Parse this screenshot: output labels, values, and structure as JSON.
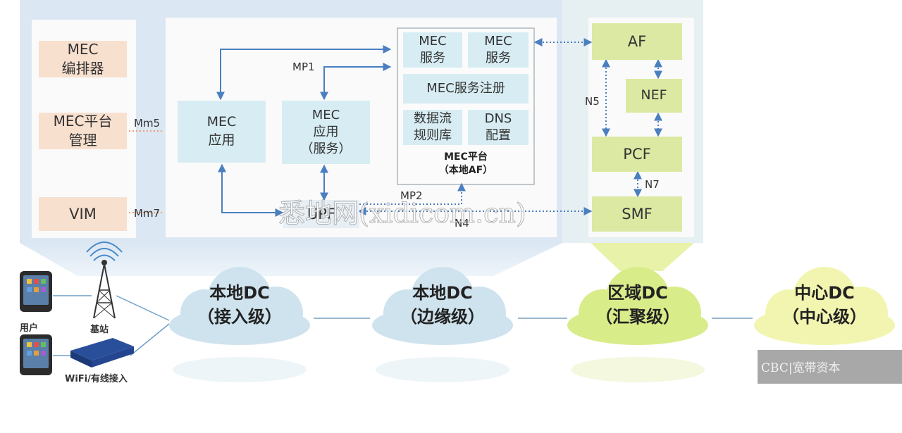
{
  "left_panel": {
    "orchestrator": "MEC\n编排器",
    "platform_mgmt": "MEC平台\n管理",
    "vim": "VIM"
  },
  "interfaces": {
    "mm5": "Mm5",
    "mm7": "Mm7",
    "mp1": "MP1",
    "mp2": "MP2",
    "n4": "N4",
    "n5": "N5",
    "n7": "N7"
  },
  "center_panel": {
    "mec_app": "MEC\n应用",
    "mec_app_service": "MEC\n应用\n（服务）",
    "upf": "UPF"
  },
  "mec_platform": {
    "service_1": "MEC\n服务",
    "service_2": "MEC\n服务",
    "service_registry": "MEC服务注册",
    "traffic_rules": "数据流\n规则库",
    "dns_config": "DNS\n配置",
    "title": "MEC平台\n（本地AF）"
  },
  "core_panel": {
    "af": "AF",
    "nef": "NEF",
    "pcf": "PCF",
    "smf": "SMF"
  },
  "bottom": {
    "user": "用户",
    "base_station": "基站",
    "wifi": "WiFi/有线接入",
    "dc_access": "本地DC\n（接入级）",
    "dc_edge": "本地DC\n（边缘级）",
    "dc_aggregation": "区域DC\n（汇聚级）",
    "dc_center": "中心DC\n（中心级）"
  },
  "watermarks": {
    "center": "悉地网(xidicom.cn)",
    "logo": "CBC|宽带资本"
  },
  "colors": {
    "panel_bg": "#dbe7f3",
    "peach": "#f8e0cf",
    "cyan": "#d7edf3",
    "lime": "#dbe9a3",
    "arrow_blue": "#4a7fc0",
    "cloud_blue": "#cfe3ee",
    "cloud_lime": "#d9ec8a",
    "cloud_yellow": "#f2f5b0"
  }
}
